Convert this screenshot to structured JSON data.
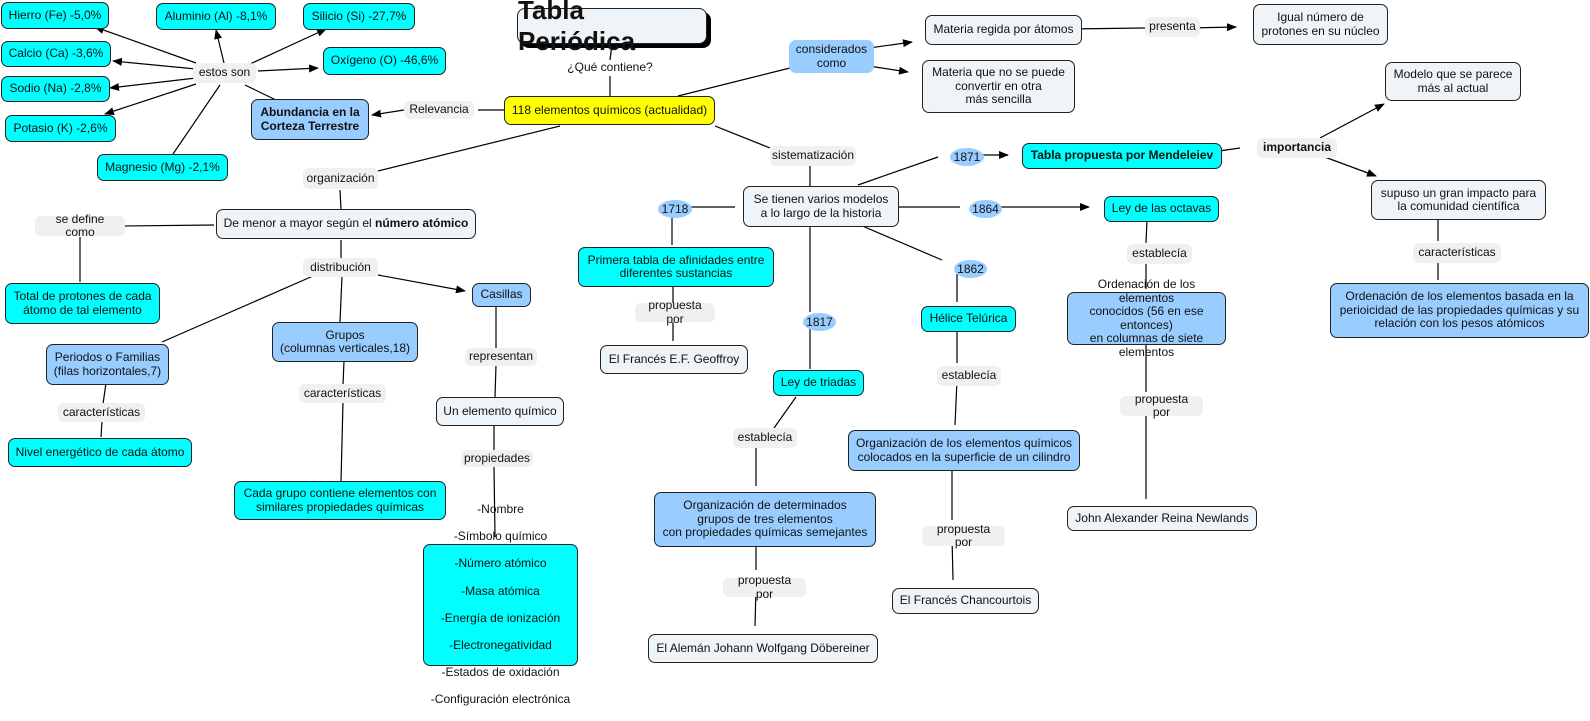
{
  "title": "Tabla Periódica",
  "colors": {
    "cyan_node": "#00ffff",
    "blue_node": "#99ccff",
    "pale_node": "#eef4f7",
    "central_node": "#ffff00",
    "link_label": "#f0f0f0",
    "line": "#000000"
  },
  "central": {
    "link_contiene": "¿Qué contiene?",
    "node": "118 elementos químicos (actualidad)"
  },
  "abundance": {
    "link_relevancia": "Relevancia",
    "node": "Abundancia en la\nCorteza Terrestre",
    "link_estos_son": "estos son",
    "elements": [
      "Hierro (Fe) -5,0%",
      "Aluminio (Al) -8,1%",
      "Silicio (Si) -27,7%",
      "Calcio (Ca) -3,6%",
      "Oxígeno (O) -46,6%",
      "Sodio (Na) -2,8%",
      "Potasio (K) -2,6%",
      "Magnesio (Mg) -2,1%"
    ]
  },
  "considered": {
    "link": "considerados\ncomo",
    "node_atoms": "Materia regida por átomos",
    "link_presenta": "presenta",
    "node_protons": "Igual número de\nprotones en su núcleo",
    "node_simple": "Materia que no se puede\nconvertir en otra\nmás sencilla"
  },
  "organization": {
    "link": "organización",
    "node_prefix": "De menor a mayor según el ",
    "node_bold": "número atómico",
    "link_define": "se define como",
    "node_protons_total": "Total de protones de cada\nátomo de tal elemento",
    "link_distribucion": "distribución",
    "periods": "Periodos o Familias\n(filas horizontales,7)",
    "periods_link": "características",
    "periods_char": "Nivel energético de cada átomo",
    "groups": "Grupos\n(columnas verticales,18)",
    "groups_link": "características",
    "groups_char": "Cada grupo contiene elementos con\nsimilares propiedades químicas",
    "cells": "Casillas",
    "cells_link": "representan",
    "element": "Un elemento químico",
    "element_link": "propiedades",
    "properties": [
      "-Nombre",
      "-Símbolo químico",
      "-Número atómico",
      "-Masa atómica",
      "-Energía de ionización",
      "-Electronegatividad",
      "-Estados de oxidación",
      "-Configuración electrónica"
    ]
  },
  "history": {
    "link": "sistematización",
    "node": "Se tienen varios modelos\na lo largo de la historia",
    "y1718": "1718",
    "geoffroy_table": "Primera tabla de afinidades entre\ndiferentes sustancias",
    "geoffroy_link": "propuesta por",
    "geoffroy": "El Francés E.F. Geoffroy",
    "y1817": "1817",
    "triads": "Ley de triadas",
    "triads_link": "establecía",
    "triads_desc": "Organización de determinados\ngrupos de tres elementos\ncon propiedades químicas semejantes",
    "triads_by_link": "propuesta por",
    "dobereiner": "El Alemán Johann Wolfgang Döbereiner",
    "y1862": "1862",
    "helix": "Hélice Telúrica",
    "helix_link": "establecía",
    "helix_desc": "Organización de los elementos químicos\ncolocados en la superficie de un cilindro",
    "helix_by_link": "propuesta por",
    "chancourtois": "El Francés Chancourtois",
    "y1864": "1864",
    "octaves": "Ley de las octavas",
    "octaves_link": "establecía",
    "octaves_desc": "Ordenación de los elementos\nconocidos (56 en ese entonces)\nen columnas de siete elementos",
    "octaves_by_link": "propuesta por",
    "newlands": "John Alexander Reina Newlands",
    "y1871": "1871",
    "mendeleev": "Tabla propuesta por Mendeleiev",
    "importance_link": "importancia",
    "modern": "Modelo que se parece\nmás al actual",
    "impact": "supuso un gran impacto para\nla comunidad científica",
    "impact_link": "características",
    "impact_desc": "Ordenación de los elementos basada en la\nperioicidad de las propiedades químicas y su\nrelación con los pesos atómicos"
  }
}
